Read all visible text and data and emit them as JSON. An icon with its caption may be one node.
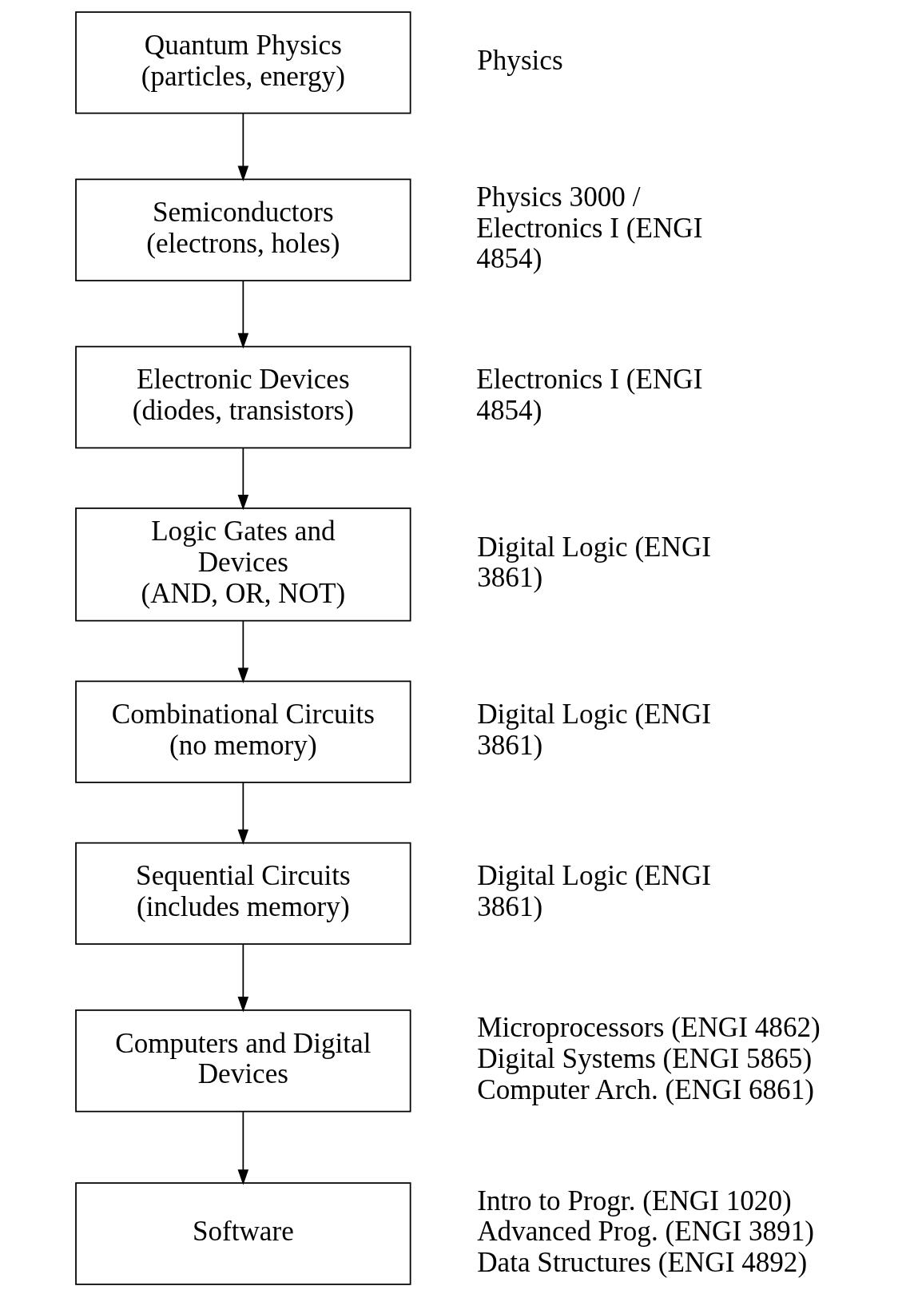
{
  "diagram": {
    "nodes": [
      {
        "text": [
          "Quantum Physics",
          "(particles, energy)"
        ],
        "beside": [
          "Physics"
        ]
      },
      {
        "text": [
          "Semiconductors",
          "(electrons, holes)"
        ],
        "beside": [
          "Physics 3000 / Electronics I (ENGI 4854)"
        ]
      },
      {
        "text": [
          "Electronic Devices",
          "(diodes, transistors)"
        ],
        "beside": [
          "Electronics I (ENGI 4854)"
        ]
      },
      {
        "text": [
          "Logic Gates and Devices",
          "(AND, OR, NOT)"
        ],
        "beside": [
          "Digital Logic (ENGI 3861)"
        ]
      },
      {
        "text": [
          "Combinational Circuits",
          "(no memory)"
        ],
        "beside": [
          "Digital Logic (ENGI 3861)"
        ]
      },
      {
        "text": [
          "Sequential Circuits",
          "(includes memory)"
        ],
        "beside": [
          "Digital Logic (ENGI 3861)"
        ]
      },
      {
        "text": [
          "Computers and Digital Devices"
        ],
        "beside": [
          "Microprocessors (ENGI 4862)",
          "Digital Systems (ENGI 5865)",
          "Computer Arch. (ENGI 6861)"
        ]
      },
      {
        "text": [
          "Software"
        ],
        "beside": [
          "Intro to Progr. (ENGI 1020)",
          "Advanced Prog. (ENGI 3891)",
          "Data Structures (ENGI 4892)"
        ]
      }
    ],
    "edges": [
      {
        "from": 0,
        "to": 1,
        "arrow": "to"
      },
      {
        "from": 1,
        "to": 2,
        "arrow": "to"
      },
      {
        "from": 2,
        "to": 3,
        "arrow": "to"
      },
      {
        "from": 3,
        "to": 4,
        "arrow": "to"
      },
      {
        "from": 4,
        "to": 5,
        "arrow": "to"
      },
      {
        "from": 5,
        "to": 6,
        "arrow": "to"
      },
      {
        "from": 6,
        "to": 7,
        "arrow": "to"
      }
    ]
  }
}
